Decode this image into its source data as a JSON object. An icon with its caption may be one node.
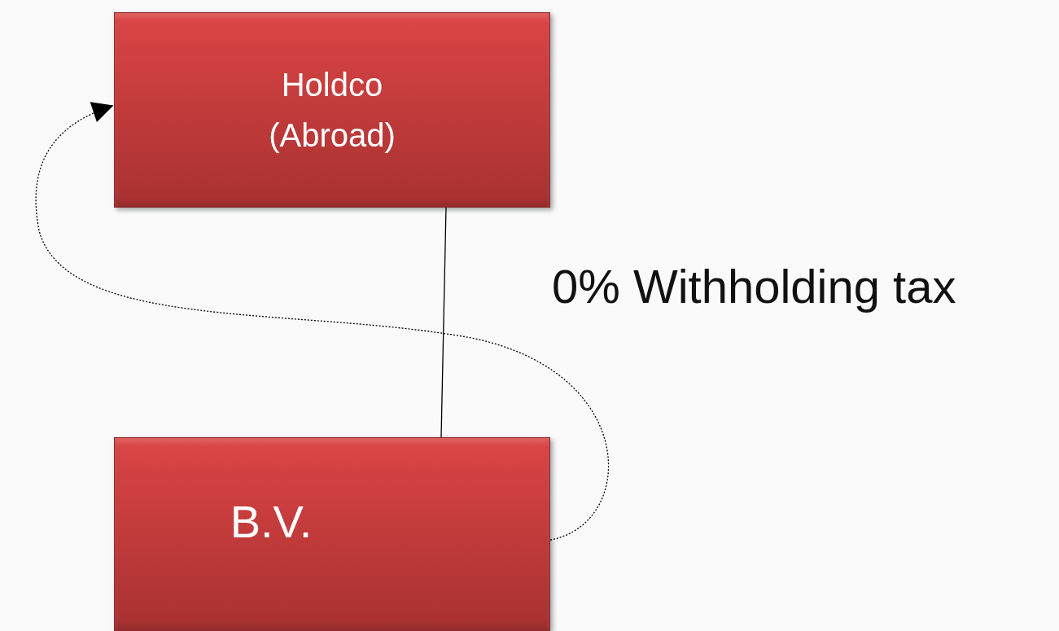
{
  "diagram": {
    "nodes": [
      {
        "text": [
          "Holdco (Abroad)"
        ]
      },
      {
        "text": [
          "B.V."
        ]
      }
    ],
    "edges": [
      {
        "from": 0,
        "to": 1,
        "arrow": "none"
      },
      {
        "from": 1,
        "to": 0,
        "arrow": "to",
        "style": "dashed"
      }
    ],
    "labels": [
      "0% Withholding tax"
    ]
  }
}
